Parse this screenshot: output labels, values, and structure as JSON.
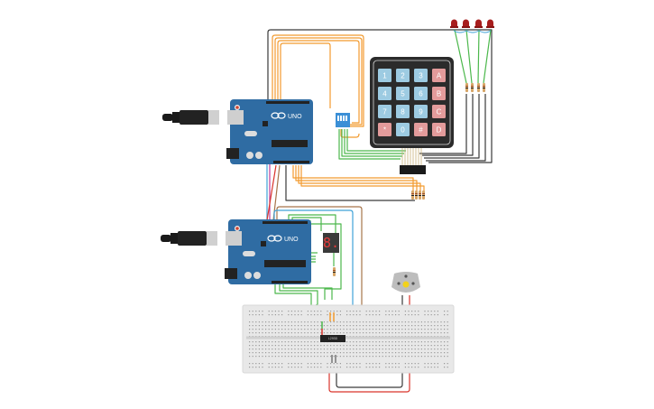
{
  "app": "Circuit simulator canvas",
  "components": {
    "arduino_top": {
      "name": "Arduino Uno R3",
      "model_label": "UNO"
    },
    "arduino_bottom": {
      "name": "Arduino Uno R3",
      "model_label": "UNO"
    },
    "keypad": {
      "name": "4x4 Keypad",
      "keys": [
        {
          "label": "1",
          "type": "digit"
        },
        {
          "label": "2",
          "type": "digit"
        },
        {
          "label": "3",
          "type": "digit"
        },
        {
          "label": "A",
          "type": "letter"
        },
        {
          "label": "4",
          "type": "digit"
        },
        {
          "label": "5",
          "type": "digit"
        },
        {
          "label": "6",
          "type": "digit"
        },
        {
          "label": "B",
          "type": "letter"
        },
        {
          "label": "7",
          "type": "digit"
        },
        {
          "label": "8",
          "type": "digit"
        },
        {
          "label": "9",
          "type": "digit"
        },
        {
          "label": "C",
          "type": "letter"
        },
        {
          "label": "*",
          "type": "symbol"
        },
        {
          "label": "0",
          "type": "digit"
        },
        {
          "label": "#",
          "type": "symbol"
        },
        {
          "label": "D",
          "type": "letter"
        }
      ]
    },
    "seven_segment": {
      "name": "7-Segment Display",
      "display": "8."
    },
    "ic_chip": {
      "name": "L293D motor driver",
      "label": "L293D"
    },
    "dc_motor": {
      "name": "DC Motor"
    },
    "leds": {
      "count": 4,
      "color": "red"
    },
    "dip_switch": {
      "name": "DIP switch",
      "positions": 4
    },
    "breadboard": {
      "name": "Breadboard"
    }
  },
  "colors": {
    "arduino_board": "#2f6ca3",
    "key_digit": "#9dcbe2",
    "key_letter": "#e39b9b",
    "keypad_body": "#2b2b2b",
    "wire_orange": "#f29a2e",
    "wire_green": "#4cb84c",
    "wire_black": "#3a3a3a",
    "wire_red": "#d9342b",
    "wire_blue": "#3fa2d8",
    "wire_brown": "#a6744a",
    "wire_pink": "#c03a9a",
    "led_red": "#a71d1d",
    "breadboard": "#e8e8e8"
  }
}
